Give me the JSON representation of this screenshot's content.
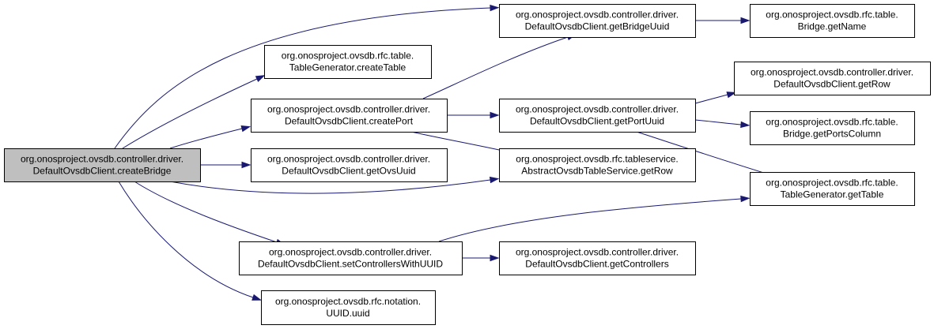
{
  "nodes": [
    {
      "id": "createBridge",
      "lines": [
        "org.onosproject.ovsdb.controller.driver.",
        "DefaultOvsdbClient.createBridge"
      ],
      "root": true
    },
    {
      "id": "createTable",
      "lines": [
        "org.onosproject.ovsdb.rfc.table.",
        "TableGenerator.createTable"
      ]
    },
    {
      "id": "createPort",
      "lines": [
        "org.onosproject.ovsdb.controller.driver.",
        "DefaultOvsdbClient.createPort"
      ]
    },
    {
      "id": "getOvsUuid",
      "lines": [
        "org.onosproject.ovsdb.controller.driver.",
        "DefaultOvsdbClient.getOvsUuid"
      ]
    },
    {
      "id": "setControllersWithUUID",
      "lines": [
        "org.onosproject.ovsdb.controller.driver.",
        "DefaultOvsdbClient.setControllersWithUUID"
      ]
    },
    {
      "id": "uuid",
      "lines": [
        "org.onosproject.ovsdb.rfc.notation.",
        "UUID.uuid"
      ]
    },
    {
      "id": "getBridgeUuid",
      "lines": [
        "org.onosproject.ovsdb.controller.driver.",
        "DefaultOvsdbClient.getBridgeUuid"
      ]
    },
    {
      "id": "getPortUuid",
      "lines": [
        "org.onosproject.ovsdb.controller.driver.",
        "DefaultOvsdbClient.getPortUuid"
      ]
    },
    {
      "id": "abstractGetRow",
      "lines": [
        "org.onosproject.ovsdb.rfc.tableservice.",
        "AbstractOvsdbTableService.getRow"
      ]
    },
    {
      "id": "getControllers",
      "lines": [
        "org.onosproject.ovsdb.controller.driver.",
        "DefaultOvsdbClient.getControllers"
      ]
    },
    {
      "id": "getName",
      "lines": [
        "org.onosproject.ovsdb.rfc.table.",
        "Bridge.getName"
      ]
    },
    {
      "id": "clientGetRow",
      "lines": [
        "org.onosproject.ovsdb.controller.driver.",
        "DefaultOvsdbClient.getRow"
      ]
    },
    {
      "id": "getPortsColumn",
      "lines": [
        "org.onosproject.ovsdb.rfc.table.",
        "Bridge.getPortsColumn"
      ]
    },
    {
      "id": "getTable",
      "lines": [
        "org.onosproject.ovsdb.rfc.table.",
        "TableGenerator.getTable"
      ]
    }
  ],
  "edges": [
    {
      "from": "createBridge",
      "to": "getBridgeUuid"
    },
    {
      "from": "createBridge",
      "to": "createTable"
    },
    {
      "from": "createBridge",
      "to": "createPort"
    },
    {
      "from": "createBridge",
      "to": "getOvsUuid"
    },
    {
      "from": "createBridge",
      "to": "abstractGetRow"
    },
    {
      "from": "createBridge",
      "to": "setControllersWithUUID"
    },
    {
      "from": "createBridge",
      "to": "uuid"
    },
    {
      "from": "createPort",
      "to": "getBridgeUuid"
    },
    {
      "from": "createPort",
      "to": "getPortUuid"
    },
    {
      "from": "createPort",
      "to": "abstractGetRow"
    },
    {
      "from": "getBridgeUuid",
      "to": "getName"
    },
    {
      "from": "getPortUuid",
      "to": "clientGetRow"
    },
    {
      "from": "getPortUuid",
      "to": "getPortsColumn"
    },
    {
      "from": "getPortUuid",
      "to": "getTable"
    },
    {
      "from": "setControllersWithUUID",
      "to": "getTable"
    },
    {
      "from": "setControllersWithUUID",
      "to": "getControllers"
    }
  ]
}
